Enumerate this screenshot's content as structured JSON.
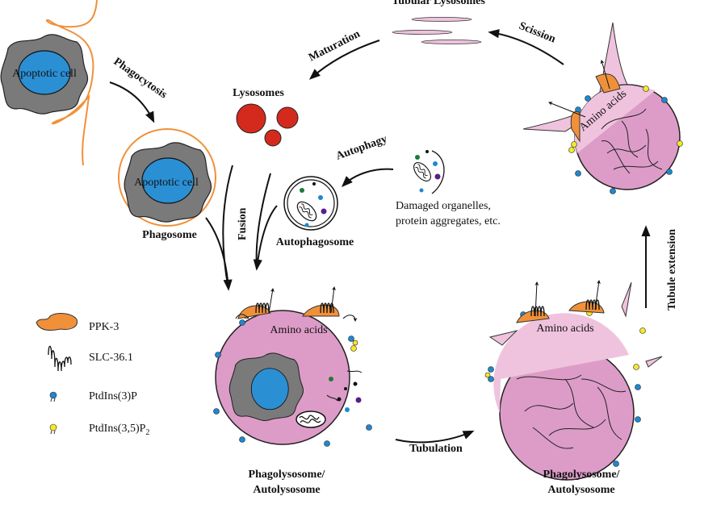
{
  "labels": {
    "apoptotic_cell": "Apoptotic cell",
    "phagocytosis": "Phagocytosis",
    "phagosome": "Phagosome",
    "lysosomes": "Lysosomes",
    "maturation": "Maturation",
    "tubular_lysosomes": "Tubular Lysosomes",
    "scission": "Scission",
    "autophagy": "Autophagy",
    "damaged_line1": "Damaged organelles,",
    "damaged_line2": "protein aggregates, etc.",
    "autophagosome": "Autophagosome",
    "fusion": "Fusion",
    "amino_acids": "Amino acids",
    "tubulation": "Tubulation",
    "tubule_extension": "Tubule extension",
    "phagolysosome_line1": "Phagolysosome/",
    "phagolysosome_line2": "Autolysosome"
  },
  "legend": [
    {
      "label": "PPK-3",
      "icon": "ppk3-icon",
      "color": "#f0913a"
    },
    {
      "label": "SLC-36.1",
      "icon": "slc36-transporter-icon",
      "color": "#111111"
    },
    {
      "label": "PtdIns(3)P",
      "icon": "lipid-blue-icon",
      "color": "#1e88d0"
    },
    {
      "label": "PtdIns(3,5)P",
      "subscript": "2",
      "icon": "lipid-yellow-icon",
      "color": "#f5e82a"
    }
  ],
  "colors": {
    "membrane": "#f0913a",
    "cell": "#7a7a7a",
    "nucleus": "#2b8fd4",
    "lysosome": "#d42a1e",
    "lysosome_lumen": "#dd9cc8",
    "tubule": "#efc3dd"
  }
}
